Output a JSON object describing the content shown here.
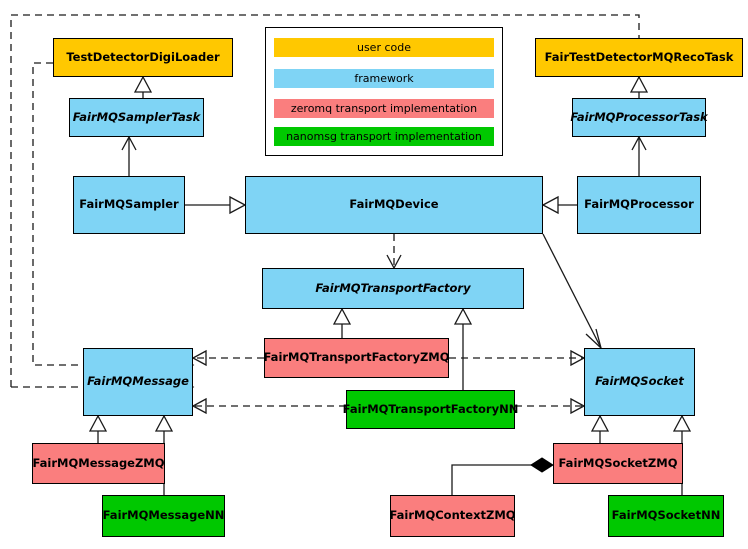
{
  "diagram": {
    "title": "FairMQ class diagram",
    "type": "uml-class-diagram",
    "palette": {
      "user_code": "#FFC800",
      "framework": "#7FD4F5",
      "zeromq": "#FA7E7E",
      "nanomsg": "#00C800",
      "background": "#FFFFFF",
      "line": "#1A1A1A"
    }
  },
  "legend": {
    "items": [
      {
        "label": "user code",
        "color": "#FFC800",
        "category": "user_code"
      },
      {
        "label": "framework",
        "color": "#7FD4F5",
        "category": "framework"
      },
      {
        "label": "zeromq transport implementation",
        "color": "#FA7E7E",
        "category": "zeromq"
      },
      {
        "label": "nanomsg transport implementation",
        "color": "#00C800",
        "category": "nanomsg"
      }
    ]
  },
  "nodes": [
    {
      "id": "test-detector-digi-loader",
      "label": "TestDetectorDigiLoader",
      "category": "user_code",
      "abstract": false
    },
    {
      "id": "fairmq-sampler-task",
      "label": "FairMQSamplerTask",
      "category": "framework",
      "abstract": true
    },
    {
      "id": "fairmq-sampler",
      "label": "FairMQSampler",
      "category": "framework",
      "abstract": false
    },
    {
      "id": "fairmq-device",
      "label": "FairMQDevice",
      "category": "framework",
      "abstract": false
    },
    {
      "id": "fairmq-processor",
      "label": "FairMQProcessor",
      "category": "framework",
      "abstract": false
    },
    {
      "id": "fairmq-processor-task",
      "label": "FairMQProcessorTask",
      "category": "framework",
      "abstract": true
    },
    {
      "id": "fair-test-detector-mq-reco-task",
      "label": "FairTestDetectorMQRecoTask",
      "category": "user_code",
      "abstract": false
    },
    {
      "id": "fairmq-transport-factory",
      "label": "FairMQTransportFactory",
      "category": "framework",
      "abstract": true
    },
    {
      "id": "fairmq-transport-factory-zmq",
      "label": "FairMQTransportFactoryZMQ",
      "category": "zeromq",
      "abstract": false
    },
    {
      "id": "fairmq-transport-factory-nn",
      "label": "FairMQTransportFactoryNN",
      "category": "nanomsg",
      "abstract": false
    },
    {
      "id": "fairmq-message",
      "label": "FairMQMessage",
      "category": "framework",
      "abstract": true
    },
    {
      "id": "fairmq-socket",
      "label": "FairMQSocket",
      "category": "framework",
      "abstract": true
    },
    {
      "id": "fairmq-message-zmq",
      "label": "FairMQMessageZMQ",
      "category": "zeromq",
      "abstract": false
    },
    {
      "id": "fairmq-message-nn",
      "label": "FairMQMessageNN",
      "category": "nanomsg",
      "abstract": false
    },
    {
      "id": "fairmq-socket-zmq",
      "label": "FairMQSocketZMQ",
      "category": "zeromq",
      "abstract": false
    },
    {
      "id": "fairmq-socket-nn",
      "label": "FairMQSocketNN",
      "category": "nanomsg",
      "abstract": false
    },
    {
      "id": "fairmq-context-zmq",
      "label": "FairMQContextZMQ",
      "category": "zeromq",
      "abstract": false
    }
  ],
  "edges": [
    {
      "from": "test-detector-digi-loader",
      "to": "fairmq-sampler-task",
      "kind": "generalization"
    },
    {
      "from": "fairmq-sampler",
      "to": "fairmq-sampler-task",
      "kind": "association"
    },
    {
      "from": "fairmq-sampler",
      "to": "fairmq-device",
      "kind": "generalization"
    },
    {
      "from": "fairmq-processor",
      "to": "fairmq-device",
      "kind": "generalization"
    },
    {
      "from": "fairmq-processor",
      "to": "fairmq-processor-task",
      "kind": "association"
    },
    {
      "from": "fair-test-detector-mq-reco-task",
      "to": "fairmq-processor-task",
      "kind": "generalization"
    },
    {
      "from": "fairmq-device",
      "to": "fairmq-transport-factory",
      "kind": "dependency"
    },
    {
      "from": "fairmq-device",
      "to": "fairmq-socket",
      "kind": "association"
    },
    {
      "from": "fairmq-transport-factory-zmq",
      "to": "fairmq-transport-factory",
      "kind": "generalization"
    },
    {
      "from": "fairmq-transport-factory-nn",
      "to": "fairmq-transport-factory",
      "kind": "generalization"
    },
    {
      "from": "fairmq-transport-factory-zmq",
      "to": "fairmq-message",
      "kind": "dependency"
    },
    {
      "from": "fairmq-transport-factory-zmq",
      "to": "fairmq-socket",
      "kind": "dependency"
    },
    {
      "from": "fairmq-transport-factory-nn",
      "to": "fairmq-message",
      "kind": "dependency"
    },
    {
      "from": "fairmq-transport-factory-nn",
      "to": "fairmq-socket",
      "kind": "dependency"
    },
    {
      "from": "test-detector-digi-loader",
      "to": "fairmq-message",
      "kind": "dependency"
    },
    {
      "from": "fair-test-detector-mq-reco-task",
      "to": "fairmq-message",
      "kind": "dependency"
    },
    {
      "from": "fairmq-message-zmq",
      "to": "fairmq-message",
      "kind": "generalization"
    },
    {
      "from": "fairmq-message-nn",
      "to": "fairmq-message",
      "kind": "generalization"
    },
    {
      "from": "fairmq-socket-zmq",
      "to": "fairmq-socket",
      "kind": "generalization"
    },
    {
      "from": "fairmq-socket-nn",
      "to": "fairmq-socket",
      "kind": "generalization"
    },
    {
      "from": "fairmq-context-zmq",
      "to": "fairmq-socket-zmq",
      "kind": "composition"
    }
  ]
}
